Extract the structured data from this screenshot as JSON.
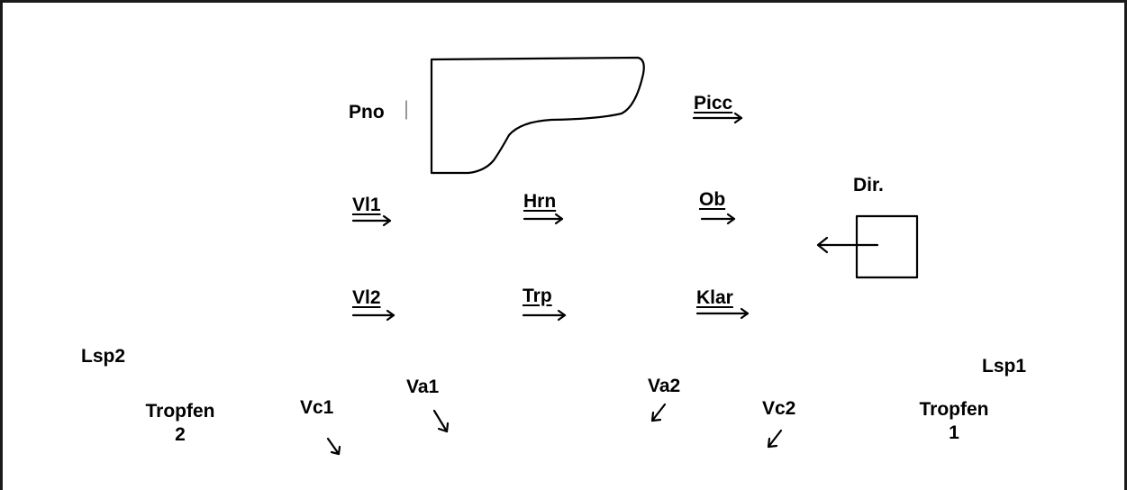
{
  "labels": {
    "pno": "Pno",
    "picc": "Picc",
    "dir": "Dir.",
    "vl1": "Vl1",
    "hrn": "Hrn",
    "ob": "Ob",
    "vl2": "Vl2",
    "trp": "Trp",
    "klar": "Klar",
    "lsp2": "Lsp2",
    "lsp1": "Lsp1",
    "va1": "Va1",
    "va2": "Va2",
    "vc1": "Vc1",
    "vc2": "Vc2",
    "tropfen2_line1": "Tropfen",
    "tropfen2_line2": "2",
    "tropfen1_line1": "Tropfen",
    "tropfen1_line2": "1"
  },
  "colors": {
    "ink": "#000000",
    "frame": "#1a1a1a",
    "background": "#ffffff"
  },
  "icons": {
    "piano": "grand-piano-outline",
    "conductor": "square-with-left-arrow"
  }
}
